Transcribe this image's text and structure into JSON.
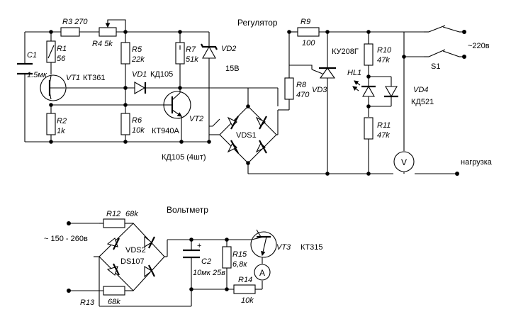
{
  "titles": {
    "regulator": "Регулятор",
    "voltmeter": "Вольтметр"
  },
  "labels": {
    "c1": "C1",
    "c1_val": "1.5мк",
    "r1": "R1",
    "r1_val": "56",
    "r2": "R2",
    "r2_val": "1k",
    "r3": "R3 270",
    "r4": "R4 5k",
    "r5": "R5",
    "r5_val": "22k",
    "r6": "R6",
    "r6_val": "10k",
    "r7": "R7",
    "r7_val": "51k",
    "vt1": "VT1",
    "vt1_type": "КТ361",
    "vd1": "VD1",
    "vd1_type": "КД105",
    "vt2": "VT2",
    "vt2_type": "КТ940А",
    "vd2": "VD2",
    "vd2_val": "15В",
    "vds1": "VDS1",
    "vds1_type": "КД105 (4шт)",
    "r8": "R8",
    "r8_val": "470",
    "r9": "R9",
    "r9_val": "100",
    "vd3": "VD3",
    "vd3_type": "КУ208Г",
    "r10": "R10",
    "r10_val": "47k",
    "r11": "R11",
    "r11_val": "47k",
    "hl1": "HL1",
    "vd4": "VD4",
    "vd4_type": "КД521",
    "s1": "S1",
    "mains": "~220в",
    "load": "нагрузка",
    "voltmeter_symbol": "V",
    "r12": "R12",
    "r12_val": "68k",
    "r13": "R13",
    "r13_val": "68k",
    "input_range": "~ 150 - 260в",
    "vds2": "VDS2",
    "vds2_type": "DS107",
    "c2": "C2",
    "c2_val": "10мк 25в",
    "c2_plus": "+",
    "r15": "R15",
    "r15_val": "6,8к",
    "r14": "R14",
    "r14_val": "10k",
    "vt3": "VT3",
    "vt3_type": "КТ315",
    "ammeter_symbol": "A"
  }
}
